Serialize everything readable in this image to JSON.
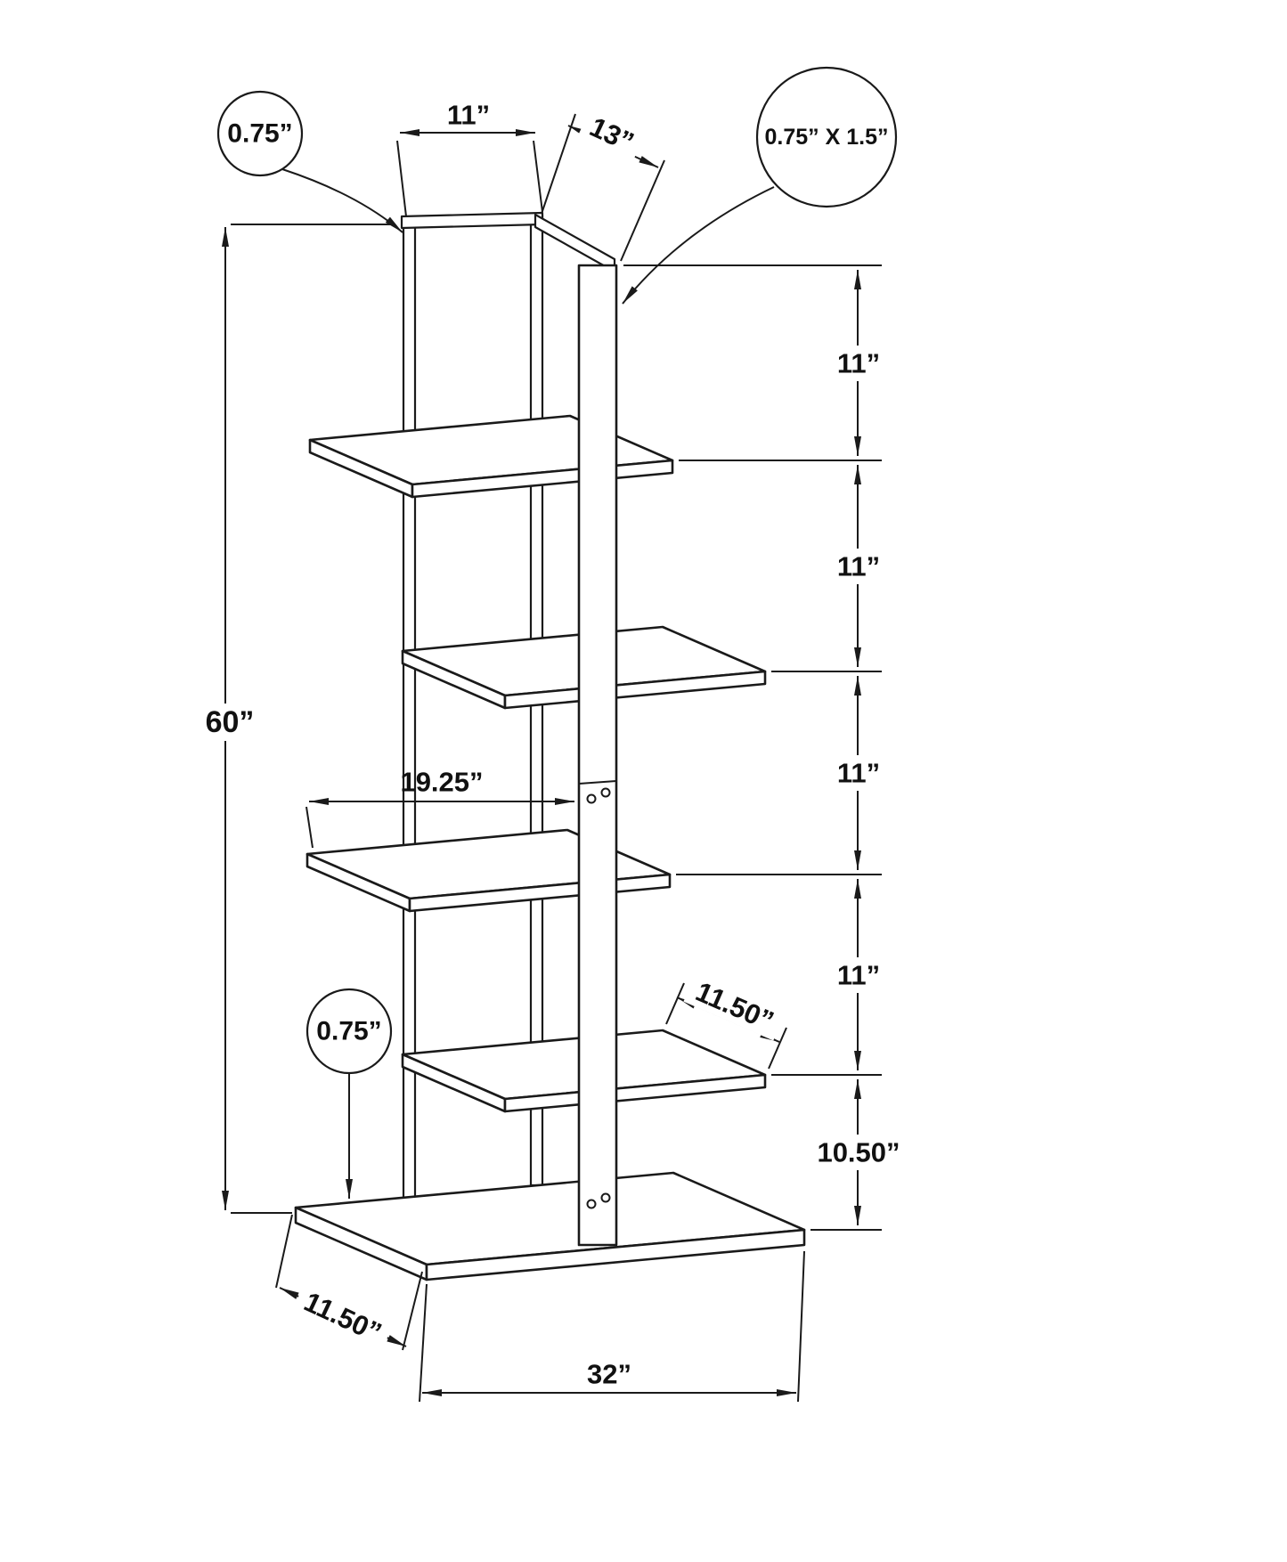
{
  "dims": {
    "height": "60”",
    "top_width": "11”",
    "top_depth": "13”",
    "gap1": "11”",
    "gap2": "11”",
    "gap3": "11”",
    "gap4": "11”",
    "gap_bottom": "10.50”",
    "shelf_length": "19.25”",
    "shelf_depth": "11.50”",
    "base_depth": "11.50”",
    "base_width": "32”"
  },
  "callouts": {
    "frame_post": "0.75”",
    "center_post": "0.75” X 1.5”",
    "shelf_thickness": "0.75”"
  }
}
